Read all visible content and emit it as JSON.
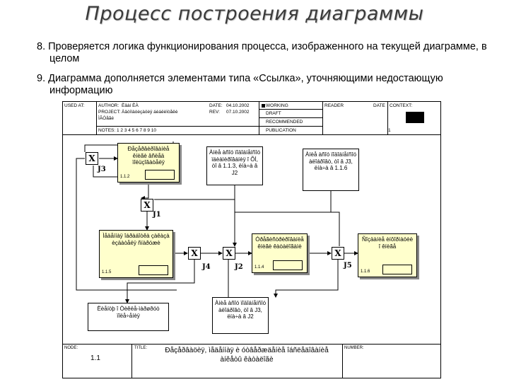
{
  "slide": {
    "title": "Процесс построения диаграммы",
    "bullets": [
      {
        "num": "8.",
        "text": "Проверяется логика функционирования процесса, изображенного на текущей диаграмме, в целом"
      },
      {
        "num": "9.",
        "text": "Диаграмма дополняется элементами типа «Ссылка», уточняющими недостающую информацию"
      }
    ]
  },
  "header": {
    "used_at": "USED AT:",
    "author": "AUTHOR:",
    "author_value": "Èâàí ÈÀ",
    "date": "DATE:",
    "date_value": "04.10.2002",
    "project": "PROJECT:",
    "project_value": "Àâòîìàòèçàöèÿ áèáëèîòåêè",
    "project_value2": "ÌÃÓåãé",
    "rev": "REV:",
    "rev_value": "07.10.2002",
    "notes": "NOTES:  1  2  3  4  5  6  7  8  9  10",
    "working": "WORKING",
    "draft": "DRAFT",
    "recommended": "RECOMMENDED",
    "publication": "PUBLICATION",
    "reader": "READER",
    "date2": "DATE",
    "context": "CONTEXT:",
    "page": "1"
  },
  "boxes": {
    "b112": {
      "label": "Ðåçåðâèðîâàíèå êíèãè âñëåä ïîëüçîâàòåëÿ",
      "ref": "1.1.2"
    },
    "b115": {
      "label": "Ìåäåííàÿ îáðàáîòêà çàêàçà èçäàòåëÿ ñíàðóæè",
      "ref": "1.1.5"
    },
    "b114": {
      "label": "Óðåãèñòðèðîâàíèå êíèãè êàòàëîãàìè",
      "ref": "1.1.4"
    },
    "b116": {
      "label": "Ñîçäàíèå èíôîðìàöèè î êíèãå",
      "ref": "1.1.6"
    }
  },
  "notes": {
    "n1": "Àíèå àñîó ïîäîáíåíñîó ìäèàìèðîâáíèÿ î ÕÌ, òî â 1.1.3, ëíà÷à â J2",
    "n2": "Àíèå àñîó ïîäîáíåíñîó àëîáðîâò, òî â J3, ëíà÷à â 1.1.6",
    "n3": "Ëèåíòþ î Òèêëå-ìàðøðóò ïîëå÷åíèÿ",
    "n4": "Àíèå àñîó ïîäîáíåíñîó àëîáðîâò, òî â J3, ëíà÷à â J2"
  },
  "junctions": {
    "j1": {
      "symbol": "X",
      "label": "J1"
    },
    "j2": {
      "symbol": "X",
      "label": "J2"
    },
    "j3": {
      "symbol": "X",
      "label": "J3"
    },
    "j4": {
      "symbol": "X",
      "label": "J4"
    },
    "j5": {
      "symbol": "X",
      "label": "J5"
    }
  },
  "footer": {
    "node": "NODE:",
    "node_value": "1.1",
    "title": "TITLE:",
    "title_value": "Ðåçåðâàöèÿ,   ìåäåííàÿ è óòâåðæäåíèå îáñëåäîâàíèå àíêåòû êàòàëîãè",
    "number": "NUMBER:"
  }
}
